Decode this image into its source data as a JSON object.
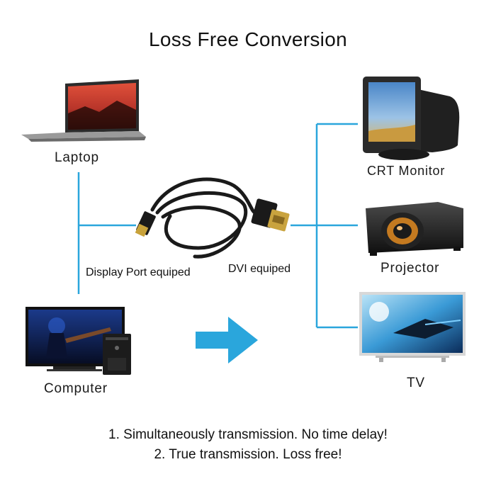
{
  "title": "Loss Free Conversion",
  "sources": [
    {
      "label": "Laptop",
      "icon": "laptop-icon"
    },
    {
      "label": "Computer",
      "icon": "computer-icon"
    }
  ],
  "cable": {
    "left_label": "Display Port equiped",
    "right_label": "DVI equiped",
    "icon": "displayport-to-dvi-cable-icon"
  },
  "displays": [
    {
      "label": "CRT Monitor",
      "icon": "crt-monitor-icon"
    },
    {
      "label": "Projector",
      "icon": "projector-icon"
    },
    {
      "label": "TV",
      "icon": "tv-icon"
    }
  ],
  "arrow_icon": "right-arrow-icon",
  "notes": [
    "1. Simultaneously transmission. No time delay!",
    "2. True transmission. Loss free!"
  ],
  "colors": {
    "connector_line": "#2aa6dc",
    "arrow": "#2aa6dc",
    "text": "#111111"
  }
}
